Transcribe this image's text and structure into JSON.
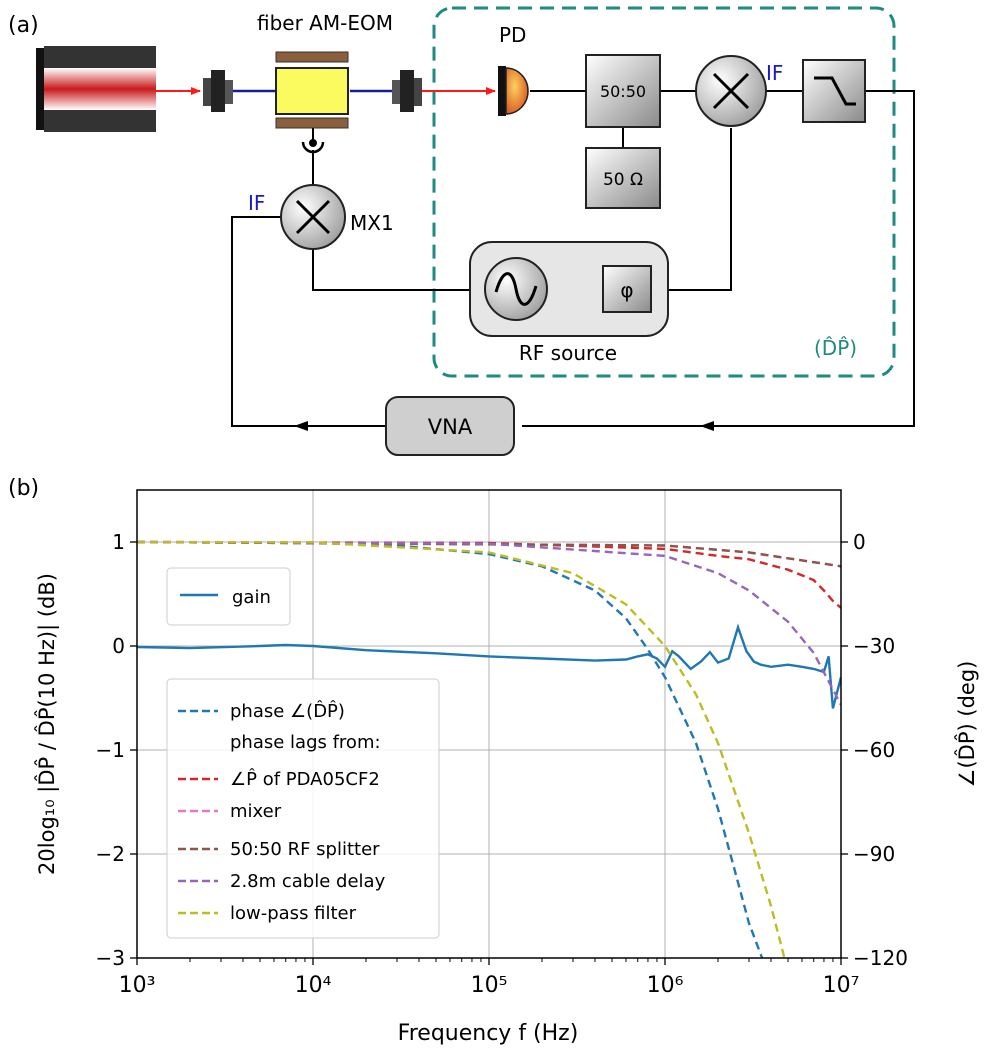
{
  "panel_a": {
    "label": "(a)",
    "eom_label": "fiber AM-EOM",
    "pd_label": "PD",
    "splitter_label": "50:50",
    "termination_label": "50 Ω",
    "mixer_if_label": "IF",
    "mx1_label": "MX1",
    "mx1_if_label": "IF",
    "phase_shifter_label": "φ",
    "rf_source_label": "RF source",
    "dp_box_label": "(D̂P̂)",
    "vna_label": "VNA",
    "colors": {
      "dashed_box": "#1f8a80",
      "if_text": "#1a1acc",
      "beam": "#ff1a1a",
      "fiber": "#1a1a99"
    }
  },
  "panel_b": {
    "label": "(b)",
    "left_axis_label": "20log₁₀ |D̂P̂ / D̂P̂(10 Hz)| (dB)",
    "right_axis_label": "∠(D̂P̂) (deg)",
    "x_axis_label": "Frequency f (Hz)",
    "legend_gain": {
      "label": "gain"
    },
    "legend_phase": {
      "phase_label": "phase ∠(D̂P̂)",
      "lags_header": "phase lags from:",
      "items": [
        {
          "label": "∠P̂ of PDA05CF2",
          "color": "#d62728"
        },
        {
          "label": "mixer",
          "color": "#e377c2"
        },
        {
          "label": "50:50 RF splitter",
          "color": "#8c564b"
        },
        {
          "label": "2.8m cable delay",
          "color": "#9467bd"
        },
        {
          "label": "low-pass filter",
          "color": "#bcbd22"
        }
      ]
    }
  },
  "chart_data": {
    "type": "line",
    "xlabel": "Frequency f (Hz)",
    "ylabel": "20log₁₀ |D̂P̂ / D̂P̂(10 Hz)| (dB)",
    "y2label": "∠(D̂P̂) (deg)",
    "x_scale": "log",
    "xlim": [
      1000,
      10000000
    ],
    "ylim": [
      -3,
      1.5
    ],
    "y2lim": [
      -120,
      15
    ],
    "x_ticks": [
      {
        "label": "10³",
        "value": 1000
      },
      {
        "label": "10⁴",
        "value": 10000
      },
      {
        "label": "10⁵",
        "value": 100000
      },
      {
        "label": "10⁶",
        "value": 1000000
      },
      {
        "label": "10⁷",
        "value": 10000000
      }
    ],
    "y_ticks": [
      "−3",
      "−2",
      "−1",
      "0",
      "1"
    ],
    "y_tick_values": [
      -3,
      -2,
      -1,
      0,
      1
    ],
    "y2_ticks": [
      "−120",
      "−90",
      "−60",
      "−30",
      "0"
    ],
    "y2_tick_values": [
      -120,
      -90,
      -60,
      -30,
      0
    ],
    "grid": true,
    "series": [
      {
        "name": "gain",
        "axis": "left",
        "style": "solid",
        "color": "#1f77b4",
        "x": [
          1000,
          2000,
          5000,
          7000,
          10000,
          20000,
          50000,
          100000,
          200000,
          400000,
          600000,
          700000,
          800000,
          900000,
          1000000,
          1100000,
          1200000,
          1400000,
          1600000,
          1800000,
          2000000,
          2300000,
          2600000,
          2900000,
          3200000,
          3500000,
          4000000,
          5000000,
          6000000,
          7000000,
          8000000,
          8500000,
          9000000,
          10000000
        ],
        "y": [
          -0.01,
          -0.02,
          0.0,
          0.01,
          0.0,
          -0.04,
          -0.07,
          -0.1,
          -0.12,
          -0.14,
          -0.13,
          -0.1,
          -0.08,
          -0.12,
          -0.2,
          -0.05,
          -0.1,
          -0.22,
          -0.15,
          -0.06,
          -0.16,
          -0.12,
          0.18,
          -0.05,
          -0.15,
          -0.18,
          -0.2,
          -0.18,
          -0.2,
          -0.22,
          -0.25,
          -0.1,
          -0.6,
          -0.3
        ]
      },
      {
        "name": "phase ∠(D̂P̂)",
        "axis": "right",
        "style": "dashed",
        "color": "#1f77b4",
        "x": [
          1000,
          10000,
          30000,
          100000,
          200000,
          400000,
          600000,
          800000,
          1000000,
          1500000,
          2000000,
          2500000,
          3000000,
          3500000,
          3800000
        ],
        "y": [
          0,
          -0.3,
          -1,
          -3.5,
          -7,
          -14,
          -22,
          -31,
          -39,
          -58,
          -77,
          -95,
          -110,
          -119,
          -124
        ]
      },
      {
        "name": "∠P̂ of PDA05CF2",
        "axis": "right",
        "style": "dashed",
        "color": "#d62728",
        "x": [
          1000,
          100000,
          1000000,
          2000000,
          3000000,
          5000000,
          7000000,
          8000000,
          9000000,
          10000000
        ],
        "y": [
          0,
          -0.3,
          -2,
          -4,
          -5,
          -8,
          -11,
          -14,
          -17,
          -19
        ]
      },
      {
        "name": "mixer",
        "axis": "right",
        "style": "dashed",
        "color": "#e377c2",
        "x": [
          1000,
          1000000,
          3000000,
          10000000
        ],
        "y": [
          0,
          -1,
          -3,
          -7
        ]
      },
      {
        "name": "50:50 RF splitter",
        "axis": "right",
        "style": "dashed",
        "color": "#8c564b",
        "x": [
          1000,
          1000000,
          3000000,
          10000000
        ],
        "y": [
          0,
          -1,
          -3,
          -7
        ]
      },
      {
        "name": "2.8m cable delay",
        "axis": "right",
        "style": "dashed",
        "color": "#9467bd",
        "x": [
          1000,
          100000,
          1000000,
          2000000,
          3000000,
          5000000,
          7000000,
          10000000
        ],
        "y": [
          0,
          -0.5,
          -4,
          -9,
          -14,
          -23,
          -32,
          -47
        ]
      },
      {
        "name": "low-pass filter",
        "axis": "right",
        "style": "dashed",
        "color": "#bcbd22",
        "x": [
          1000,
          10000,
          100000,
          300000,
          600000,
          1000000,
          1500000,
          2000000,
          3000000,
          4000000,
          5000000
        ],
        "y": [
          0,
          -0.1,
          -3,
          -9,
          -18,
          -30,
          -44,
          -58,
          -84,
          -105,
          -124
        ]
      }
    ]
  }
}
